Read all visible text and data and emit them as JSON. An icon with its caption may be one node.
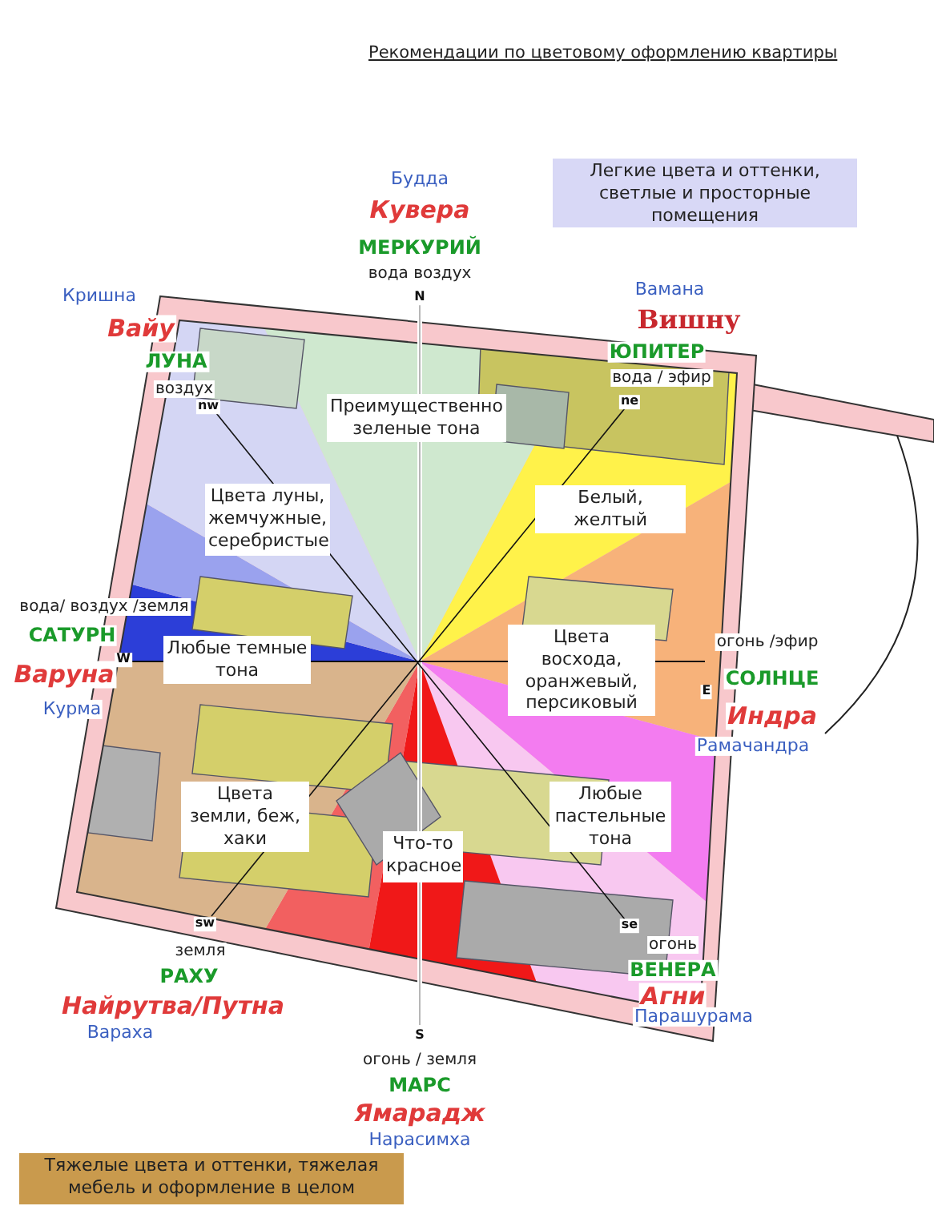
{
  "diagram": {
    "title": "Рекомендации по цветовому оформлению квартиры",
    "nodes": [
      {
        "text": [
          "Легкие цвета и оттенки, светлые и просторные помещения"
        ]
      },
      {
        "text": [
          "Преимущественно зеленые тона"
        ]
      },
      {
        "text": [
          "Цвета луны, жемчужные, серебристые"
        ]
      },
      {
        "text": [
          "Белый, желтый"
        ]
      },
      {
        "text": [
          "Любые темные тона"
        ]
      },
      {
        "text": [
          "Цвета восхода, оранжевый, персиковый"
        ]
      },
      {
        "text": [
          "Цвета земли, беж, хаки"
        ]
      },
      {
        "text": [
          "Что-то красное"
        ]
      },
      {
        "text": [
          "Любые пастельные тона"
        ]
      },
      {
        "text": [
          "Тяжелые цвета и оттенки, тяжелая мебель и оформление в целом"
        ]
      }
    ],
    "labels": [
      "Будда",
      "Кувера",
      "МЕРКУРИЙ",
      "вода воздух",
      "N",
      "Кришна",
      "Вайу",
      "Вамана",
      "Вишну",
      "ЛУНА",
      "ЮПИТЕР",
      "воздух",
      "вода / эфир",
      "nw",
      "ne",
      "вода/ воздух /земля",
      "САТУРН",
      "W",
      "огонь /эфир",
      "Варуна",
      "СОЛНЦЕ",
      "E",
      "Курма",
      "Индра",
      "Рамачандра",
      "sw",
      "se",
      "земля",
      "огонь",
      "РАХУ",
      "ВЕНЕРА",
      "Найрутва/Путна",
      "Агни",
      "Вараха",
      "Парашурама",
      "S",
      "огонь / земля",
      "МАРС",
      "Ямарадж",
      "Нарасимха"
    ]
  }
}
